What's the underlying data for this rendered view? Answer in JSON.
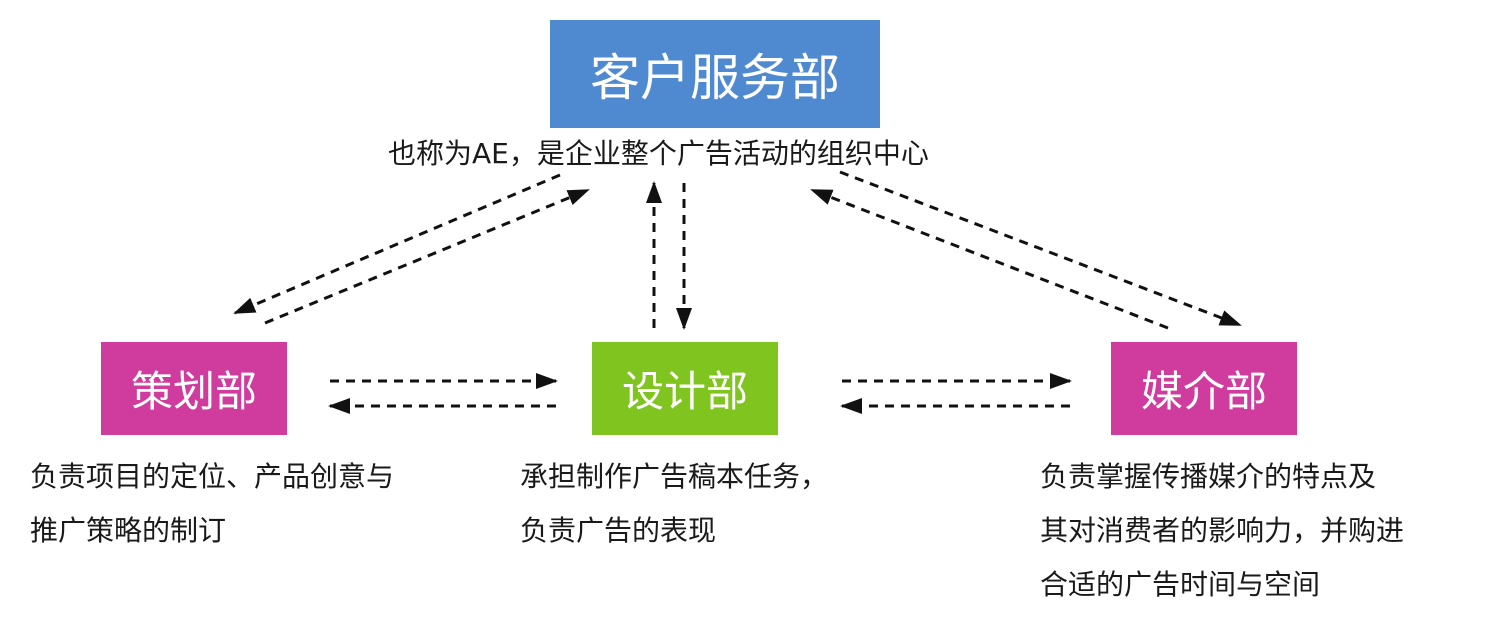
{
  "nodes": {
    "customer_service": {
      "label": "客户服务部",
      "description": "也称为AE，是企业整个广告活动的组织中心",
      "color": "#4f89cf"
    },
    "planning": {
      "label": "策划部",
      "description": [
        "负责项目的定位、产品创意与",
        "推广策略的制订"
      ],
      "color": "#d03b9e"
    },
    "design": {
      "label": "设计部",
      "description": [
        "承担制作广告稿本任务，",
        "负责广告的表现"
      ],
      "color": "#7fc41f"
    },
    "media": {
      "label": "媒介部",
      "description": [
        "负责掌握传播媒介的特点及",
        "其对消费者的影响力，并购进",
        "合适的广告时间与空间"
      ],
      "color": "#d03b9e"
    }
  },
  "edges": [
    {
      "from": "planning",
      "to": "customer_service",
      "style": "dashed"
    },
    {
      "from": "customer_service",
      "to": "planning",
      "style": "dashed"
    },
    {
      "from": "design",
      "to": "customer_service",
      "style": "dashed"
    },
    {
      "from": "customer_service",
      "to": "design",
      "style": "dashed"
    },
    {
      "from": "media",
      "to": "customer_service",
      "style": "dashed"
    },
    {
      "from": "customer_service",
      "to": "media",
      "style": "dashed"
    },
    {
      "from": "planning",
      "to": "design",
      "style": "dashed"
    },
    {
      "from": "design",
      "to": "planning",
      "style": "dashed"
    },
    {
      "from": "design",
      "to": "media",
      "style": "dashed"
    },
    {
      "from": "media",
      "to": "design",
      "style": "dashed"
    }
  ]
}
